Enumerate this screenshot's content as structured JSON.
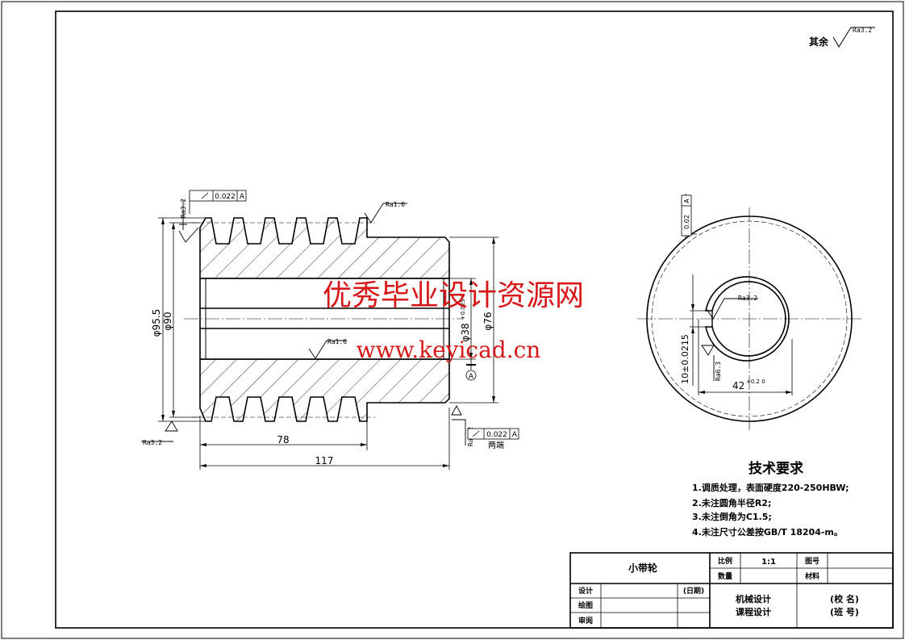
{
  "roughness": {
    "other_prefix": "其余",
    "other": "Ra3.2",
    "left_bore_top": "Ra3.2",
    "groove_top": "Ra1.6",
    "bore_inner": "Ra1.6",
    "left_bottom": "Ra3.2",
    "right_face": "Ra3.2",
    "key_top": "Ra3.2",
    "key_side": "Ra6.3"
  },
  "tolerance": {
    "runout_top": "0.022",
    "runout_bottom": "0.022",
    "datum": "A",
    "sym": "0.02",
    "both_ends": "两端"
  },
  "dims": {
    "d95": "φ95.5",
    "d90": "φ90",
    "d38": "φ38",
    "d38_tol": "+0.025\n0",
    "d76": "φ76",
    "l78": "78",
    "l117": "117",
    "key_w": "10±0.0215",
    "key_d": "42",
    "key_d_tol": "+0.2\n0"
  },
  "watermark": {
    "cn": "优秀毕业设计资源网",
    "url": "www.keyicad.cn"
  },
  "tech": {
    "title": "技术要求",
    "items": [
      "1.调质处理，表面硬度220-250HBW;",
      "2.未注圆角半径R2;",
      "3.未注倒角为C1.5;",
      "4.未注尺寸公差按GB/T 18204-m。"
    ]
  },
  "titleblock": {
    "part_name": "小带轮",
    "scale_label": "比例",
    "scale": "1:1",
    "drawing_no_label": "图号",
    "qty_label": "数量",
    "material_label": "材料",
    "design_label": "设计",
    "date_label": "(日期)",
    "draw_label": "绘图",
    "review_label": "审阅",
    "course1": "机械设计",
    "course2": "课程设计",
    "school": "(校 名)",
    "class": "(班 号)"
  }
}
